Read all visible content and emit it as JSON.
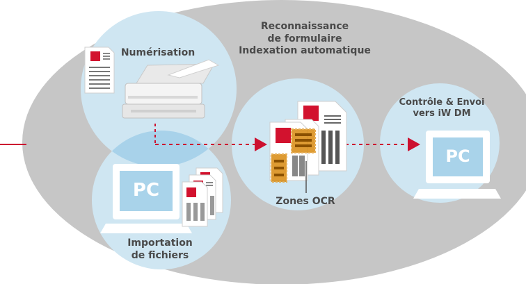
{
  "title_lines": [
    "Reconnaissance",
    "de formulaire",
    "Indexation automatique"
  ],
  "scan_label": "Numérisation",
  "import_label_lines": [
    "Importation",
    "de fichiers"
  ],
  "ocr_label": "Zones OCR",
  "control_label_lines": [
    "Contrôle & Envoi",
    "vers iW DM"
  ],
  "pc_text": "PC",
  "colors": {
    "outer_ellipse": "#c6c6c6",
    "circle": "#cfe6f2",
    "circle_overlap": "#a8d2ea",
    "arrow": "#cc1130",
    "accent_red": "#d2122e",
    "ocr_zone": "#d98a10",
    "text": "#4a4a4a"
  }
}
